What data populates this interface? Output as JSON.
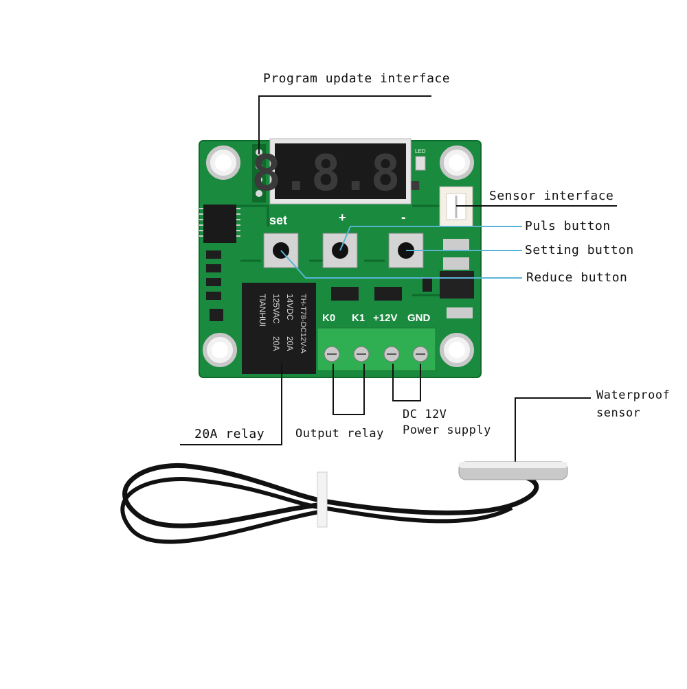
{
  "annotations": {
    "program_update": "Program update interface",
    "sensor_interface": "Sensor interface",
    "puls_button": "Puls button",
    "setting_button": "Setting button",
    "reduce_button": "Reduce button",
    "relay_20a": "20A relay",
    "output_relay": "Output relay",
    "dc_12v": "DC 12V",
    "power_supply": "Power supply",
    "waterproof": "Waterproof",
    "sensor": "sensor"
  },
  "board": {
    "set_label": "set",
    "plus_label": "+",
    "minus_label": "-",
    "led_label": "LED",
    "terminal_labels": [
      "K0",
      "K1",
      "+12V",
      "GND"
    ],
    "relay_text": {
      "brand": "TIANHUI",
      "col1": "125VAC",
      "col2": "14VDC",
      "amps1": "20A",
      "amps2": "20A",
      "model": "TH-T78-DC12V-A"
    },
    "display_segments": "8.8.8."
  },
  "colors": {
    "pcb": "#1a8a3e",
    "pcb_dark": "#0f6b2c",
    "leader": "#5ab4d6",
    "relay": "#1c1c1c",
    "terminal": "#2fae52",
    "display": "#1a1a1a",
    "segment": "#3a3a3a"
  }
}
